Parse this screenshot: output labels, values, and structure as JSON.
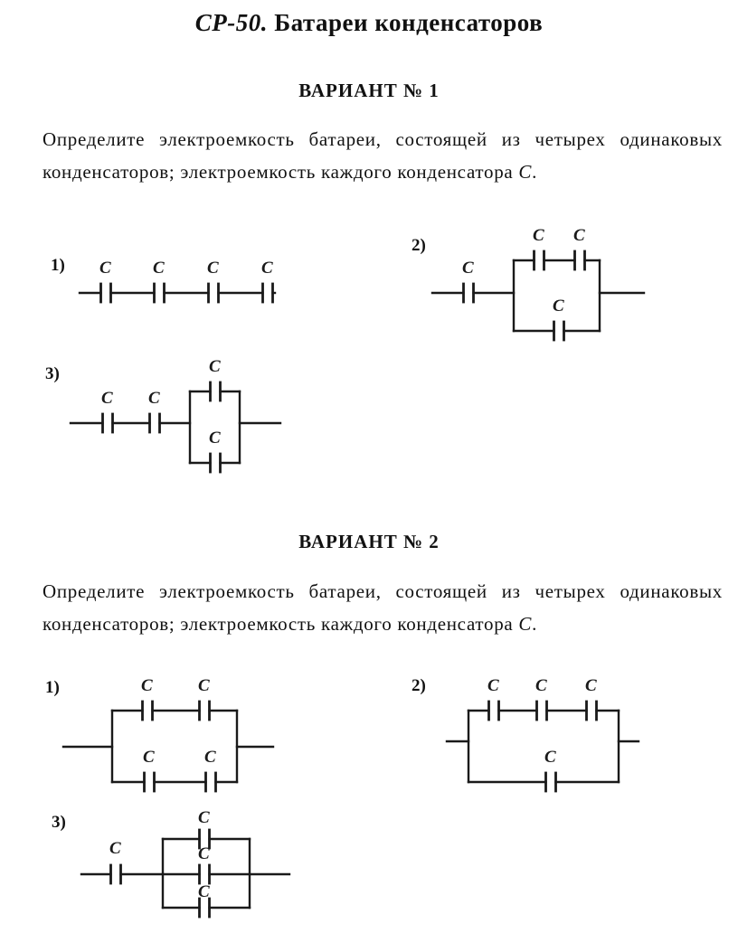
{
  "header": {
    "title_num": "СР-50.",
    "title_text": "Батареи конденсаторов"
  },
  "variant1": {
    "heading": "ВАРИАНТ № 1",
    "task_text": "Определите электроемкость батареи, состоящей из четырех одинаковых конденсаторов; электроемкость каждого конденсатора ",
    "task_symbol": "C",
    "task_end": ".",
    "labels": [
      "1)",
      "2)",
      "3)"
    ]
  },
  "variant2": {
    "heading": "ВАРИАНТ № 2",
    "task_text": "Определите электроемкость батареи, состоящей из четырех одинаковых конденсаторов; электроемкость каждого конденсатора ",
    "task_symbol": "C",
    "task_end": ".",
    "labels": [
      "1)",
      "2)",
      "3)"
    ]
  },
  "capacitor_label": "C"
}
